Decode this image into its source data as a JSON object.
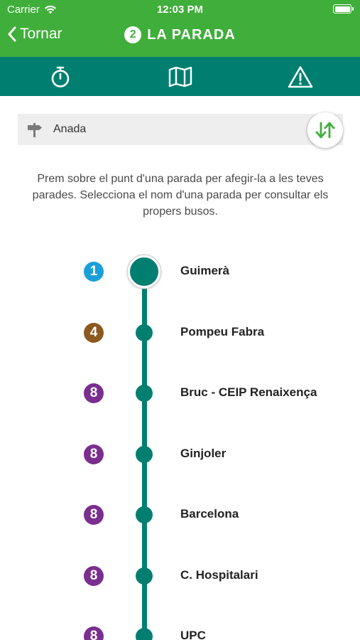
{
  "status": {
    "carrier": "Carrier",
    "time": "12:03 PM"
  },
  "nav": {
    "back_label": "Tornar",
    "title_number": "2",
    "title": "LA PARADA"
  },
  "tabs": [
    {
      "icon": "stopwatch-icon"
    },
    {
      "icon": "map-icon"
    },
    {
      "icon": "warning-icon"
    }
  ],
  "direction": {
    "label": "Anada"
  },
  "instructions": "Prem sobre el punt d'una parada per afegir-la a les teves parades. Selecciona el nom d'una parada per consultar els propers busos.",
  "colors": {
    "green": "#3fae3a",
    "teal": "#007f71",
    "line1": "#1a9fd9",
    "line4": "#8b5a1f",
    "line8": "#7a2e8e"
  },
  "stops": [
    {
      "line": "1",
      "line_color": "#1a9fd9",
      "name": "Guimerà",
      "current": true
    },
    {
      "line": "4",
      "line_color": "#8b5a1f",
      "name": "Pompeu Fabra",
      "current": false
    },
    {
      "line": "8",
      "line_color": "#7a2e8e",
      "name": "Bruc - CEIP Renaixença",
      "current": false
    },
    {
      "line": "8",
      "line_color": "#7a2e8e",
      "name": "Ginjoler",
      "current": false
    },
    {
      "line": "8",
      "line_color": "#7a2e8e",
      "name": "Barcelona",
      "current": false
    },
    {
      "line": "8",
      "line_color": "#7a2e8e",
      "name": "C. Hospitalari",
      "current": false
    },
    {
      "line": "8",
      "line_color": "#7a2e8e",
      "name": "UPC",
      "current": false
    }
  ]
}
